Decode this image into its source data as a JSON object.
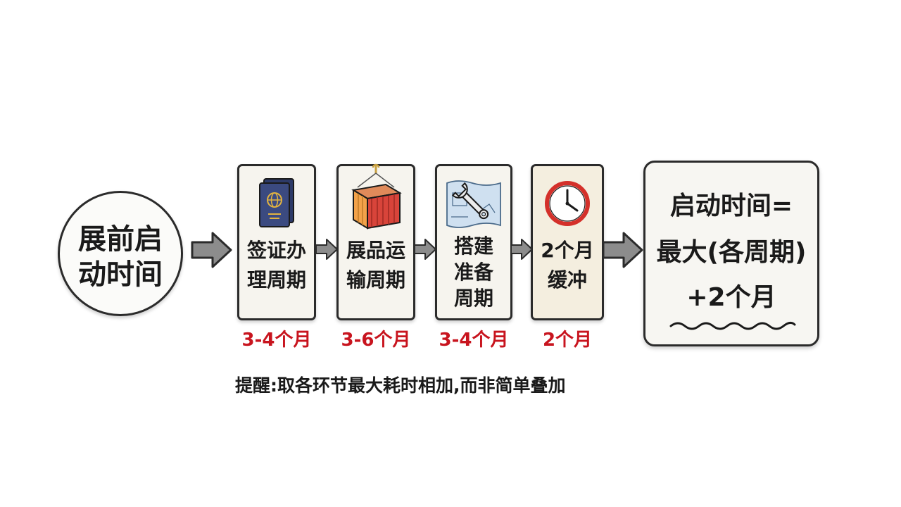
{
  "start": {
    "line1": "展前启",
    "line2": "动时间"
  },
  "steps": [
    {
      "icon": "passport-icon",
      "line1": "签证办",
      "line2": "理周期",
      "duration": "3-4个月"
    },
    {
      "icon": "shipping-container-icon",
      "line1": "展品运",
      "line2": "输周期",
      "duration": "3-6个月"
    },
    {
      "icon": "wrench-blueprint-icon",
      "line1": "搭建",
      "line2": "准备",
      "line3": "周期",
      "duration": "3-4个月"
    },
    {
      "icon": "clock-icon",
      "line1": "2个月",
      "line2": "缓冲",
      "duration": "2个月"
    }
  ],
  "result": {
    "line1": "启动时间=",
    "line2": "最大(各周期)",
    "line3": "+2个月"
  },
  "reminder": "提醒:取各环节最大耗时相加,而非简单叠加",
  "colors": {
    "duration": "#c8141e",
    "outline": "#2b2b2b",
    "arrow_fill": "#8c8c8c",
    "card_bg": "#f6f4ee"
  }
}
